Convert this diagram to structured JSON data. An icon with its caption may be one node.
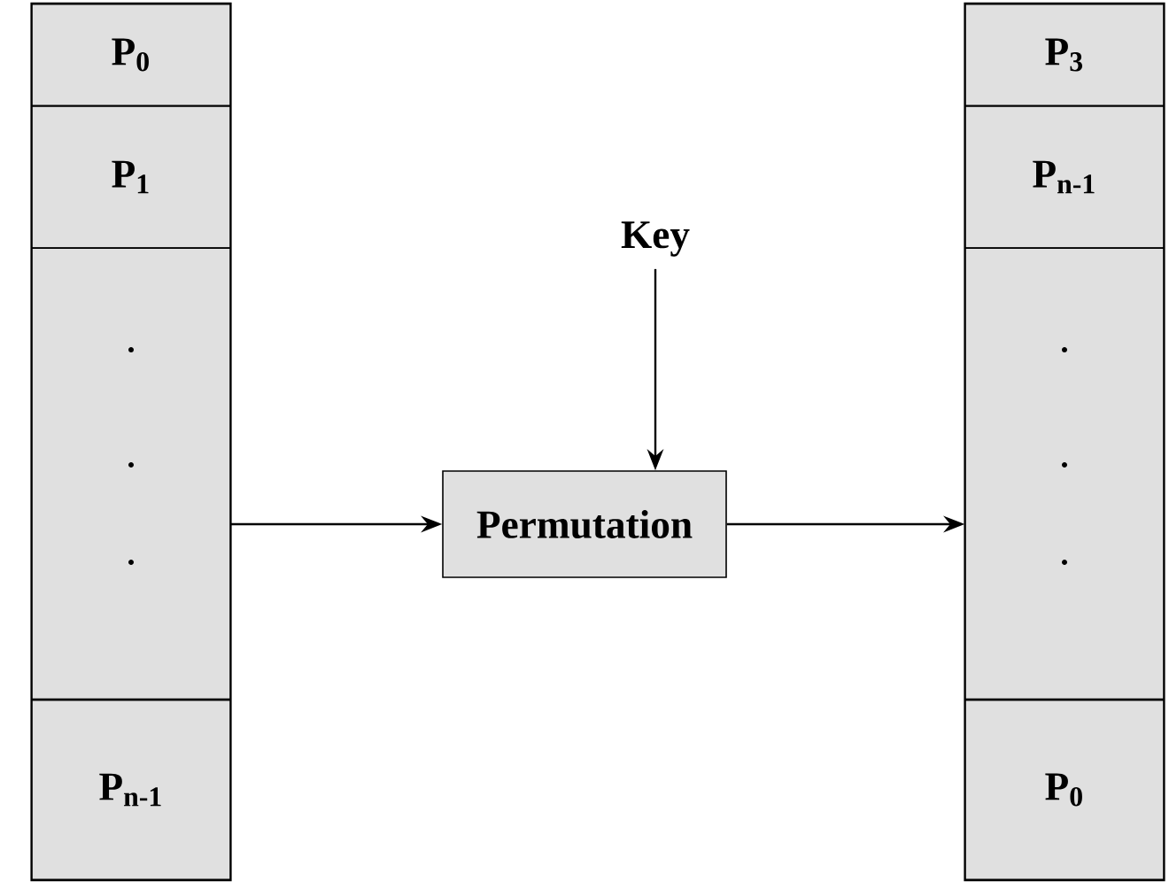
{
  "diagram": {
    "nodes": [
      {
        "text": [],
        "shape": "box"
      },
      {
        "text": [
          "P$_{0}$"
        ],
        "in": 0
      },
      {
        "text": [
          "P$_{1}$"
        ],
        "in": 0
      },
      {
        "text": [],
        "shape": "box",
        "in": 0
      },
      {
        "text": [
          "P$_{n-1}$"
        ],
        "in": 0
      },
      {
        "text": [
          "Key"
        ]
      },
      {
        "text": [
          "Permutation"
        ]
      },
      {
        "text": [],
        "shape": "box"
      },
      {
        "text": [
          "P$_{3}$"
        ],
        "in": 7
      },
      {
        "text": [
          "P$_{n-1}$"
        ],
        "in": 7
      },
      {
        "text": [],
        "shape": "box",
        "in": 7
      },
      {
        "text": [
          "P$_{0}$"
        ],
        "in": 7
      }
    ],
    "edges": [
      {
        "from": 3,
        "to": 6,
        "arrow": "to"
      },
      {
        "from": 5,
        "to": 6,
        "arrow": "to"
      },
      {
        "from": 6,
        "to": 10,
        "arrow": "to"
      }
    ]
  }
}
